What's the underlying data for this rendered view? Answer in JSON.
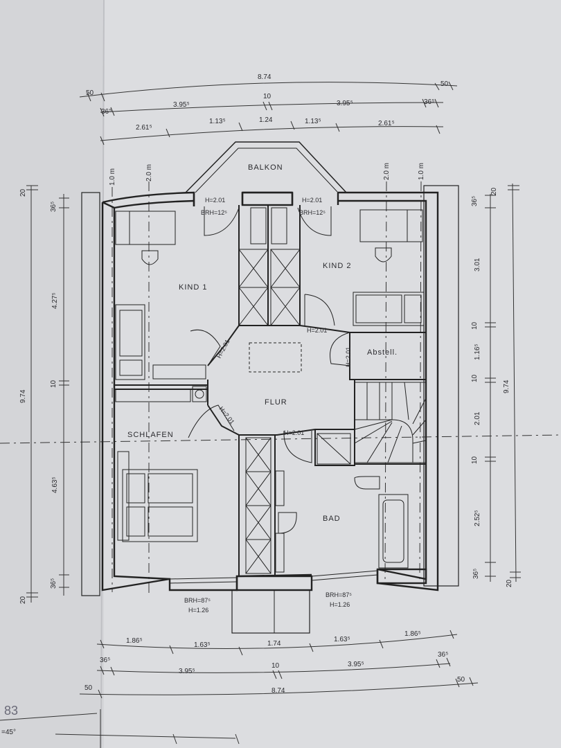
{
  "plan": {
    "top_dims": {
      "overall": "8.74",
      "row1_left": "50",
      "row1_right": "50",
      "row2_a": "36⁵",
      "row2_b": "3.95⁵",
      "row2_c": "10",
      "row2_d": "3.95⁵",
      "row2_e": "36⁵",
      "row3_a": "2.61⁵",
      "row3_b": "1.13⁵",
      "row3_c": "1.24",
      "row3_d": "1.13⁵",
      "row3_e": "2.61⁵"
    },
    "bottom_dims": {
      "row1_a": "1.86⁵",
      "row1_b": "1.63⁵",
      "row1_c": "1.74",
      "row1_d": "1.63⁵",
      "row1_e": "1.86⁵",
      "row2_a": "36⁵",
      "row2_b": "3.95⁵",
      "row2_c": "10",
      "row2_d": "3.95⁵",
      "row2_e": "36⁵",
      "row3_left": "50",
      "row3_right": "50",
      "overall": "8.74",
      "corner_fragment": "83",
      "corner_angle": "=45°"
    },
    "left_dims": {
      "outer": "20",
      "overall": "9.74",
      "seg1": "36⁵",
      "seg2": "4.27⁵",
      "seg3": "10",
      "seg4": "4.63⁵",
      "seg5": "36⁵",
      "seg6": "20"
    },
    "right_dims": {
      "outer_top": "20",
      "overall": "9.74",
      "seg1": "36⁵",
      "seg2": "3.01",
      "seg3": "10",
      "seg4": "1.16⁵",
      "seg5": "10",
      "seg6": "2.01",
      "seg7": "10",
      "seg8": "2.52⁵",
      "seg9": "36⁵",
      "outer_bottom": "20"
    },
    "slope_marks": {
      "left_1": "1.0 m",
      "left_2": "2.0 m",
      "right_2": "2.0 m",
      "right_1": "1.0 m"
    },
    "rooms": {
      "balkon": "BALKON",
      "kind1": "KIND 1",
      "kind2": "KIND 2",
      "flur": "FLUR",
      "schlafen": "SCHLAFEN",
      "bad": "BAD",
      "abstell": "Abstell."
    },
    "door_labels": {
      "balkon_left_h": "H=2.01",
      "balkon_left_brh": "BRH=12⁵",
      "balkon_right_h": "H=2.01",
      "balkon_right_brh": "BRH=12⁵",
      "kind2_door": "H=2.01",
      "kind1_door": "H=2.01",
      "abstell_door": "H=2.01",
      "schlafen_door": "H=2.01",
      "bad_door": "H=2.01"
    },
    "window_labels": {
      "left_brh": "BRH=87⁵",
      "left_h": "H=1.26",
      "right_brh": "BRH=87⁵",
      "right_h": "H=1.26"
    }
  }
}
